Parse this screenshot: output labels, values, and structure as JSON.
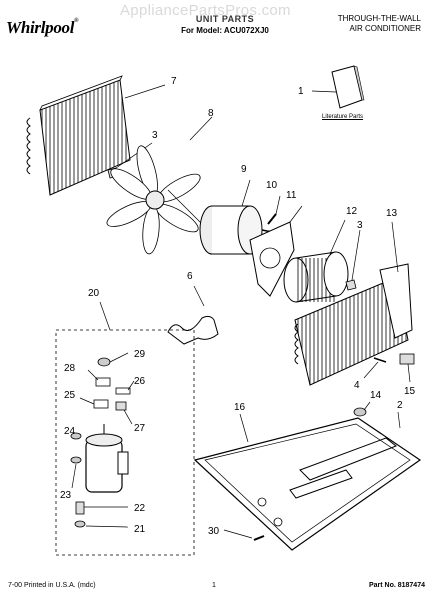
{
  "header": {
    "brand": "Whirlpool",
    "watermark": "AppliancePartsPros.com",
    "doc_title": "UNIT PARTS",
    "model_line": "For Model: ACU072XJ0",
    "product_line1": "THROUGH-THE-WALL",
    "product_line2": "AIR CONDITIONER"
  },
  "literature_label": "Literature Parts",
  "callouts": [
    "1",
    "2",
    "3",
    "3",
    "4",
    "6",
    "7",
    "8",
    "9",
    "10",
    "11",
    "12",
    "13",
    "14",
    "15",
    "16",
    "20",
    "21",
    "22",
    "23",
    "24",
    "25",
    "26",
    "27",
    "28",
    "29",
    "30"
  ],
  "footer": {
    "left": "7-00 Printed in U.S.A. (mdc)",
    "center": "1",
    "right": "Part No. 8187474"
  },
  "icons": [
    "literature-book-icon",
    "condenser-coil",
    "fan-blade",
    "fan-motor",
    "motor-bracket",
    "blower-wheel",
    "evaporator-coil",
    "compressor",
    "base-pan"
  ]
}
